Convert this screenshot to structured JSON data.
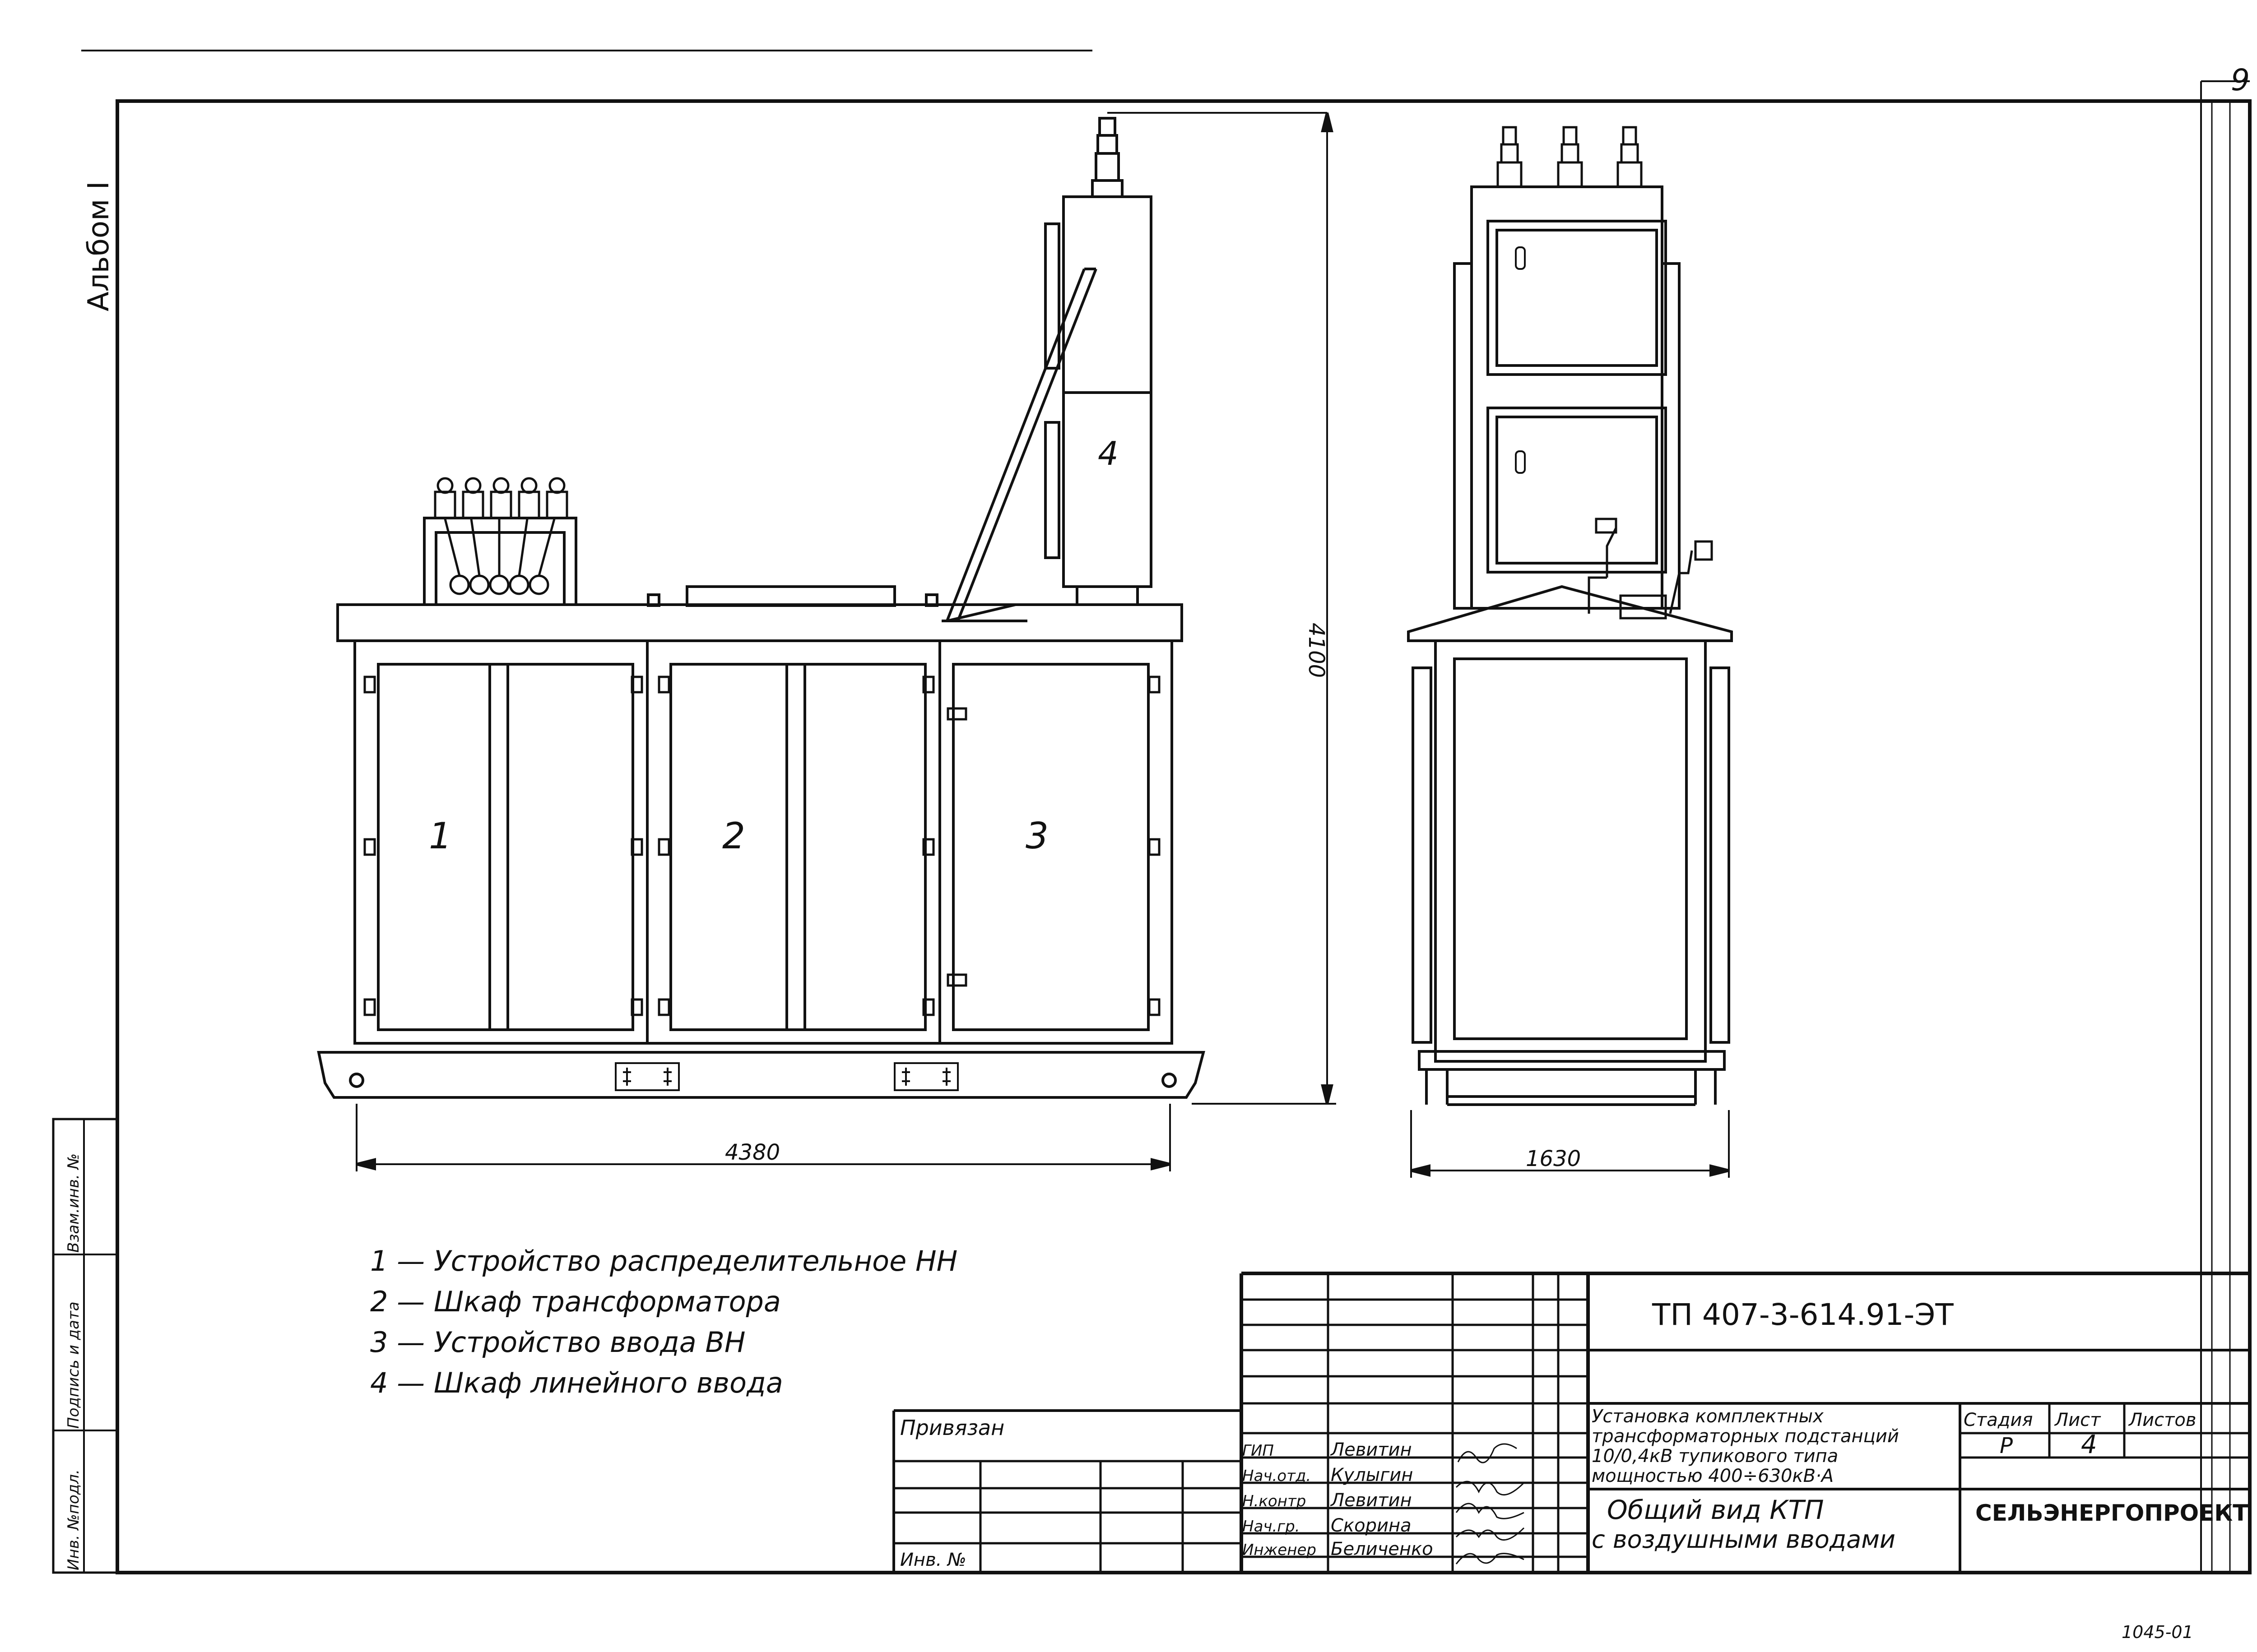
{
  "sheet": {
    "page_number": "9",
    "album_label": "Альбом I",
    "bottom_right_code": "1045-01"
  },
  "side_strip": {
    "inv_podl": "Инв. №подл.",
    "podpis_data": "Подпись и дата",
    "vzam_inv": "Взам.инв. №"
  },
  "drawing": {
    "unit_numbers": [
      "1",
      "2",
      "3",
      "4"
    ],
    "dim_width_front": "4380",
    "dim_width_side": "1630",
    "dim_height": "4100"
  },
  "legend": [
    "1 — Устройство распределительное НН",
    "2 — Шкаф трансформатора",
    "3 — Устройство ввода ВН",
    "4 — Шкаф линейного ввода"
  ],
  "title_block": {
    "doc_code": "ТП 407-3-614.91-ЭТ",
    "privyazan": "Привязан",
    "inv_no": "Инв. №",
    "roles": [
      "ГИП",
      "Нач.отд.",
      "Н.контр",
      "Нач.гр.",
      "Инженер"
    ],
    "names": [
      "Левитин",
      "Кулыгин",
      "Левитин",
      "Скорина",
      "Беличенко"
    ],
    "project_title": [
      "Установка комплектных",
      "трансформаторных подстанций",
      "10/0,4кВ тупикового типа",
      "мощностью 400÷630кВ·А"
    ],
    "sheet_title": [
      "Общий вид КТП",
      "с воздушными вводами"
    ],
    "stage_label": "Стадия",
    "sheet_label": "Лист",
    "sheets_label": "Листов",
    "stage_value": "Р",
    "sheet_value": "4",
    "sheets_value": "",
    "organization": "СЕЛЬЭНЕРГОПРОЕКТ"
  }
}
